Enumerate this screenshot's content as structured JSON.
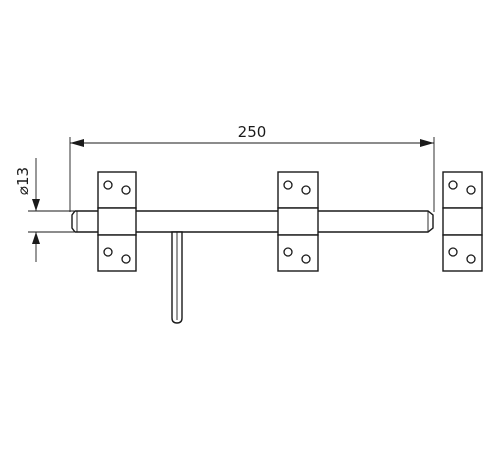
{
  "dimensions": {
    "length_label": "250",
    "diameter_label": "⌀13"
  },
  "parts": {
    "brackets": [
      {
        "name": "left-bracket",
        "holes": 4
      },
      {
        "name": "middle-bracket",
        "holes": 4
      },
      {
        "name": "right-keeper",
        "holes": 4
      }
    ],
    "handle": "vertical-handle",
    "bolt": "round-bolt-rod"
  },
  "colors": {
    "line": "#1a1a1a",
    "background": "#ffffff"
  }
}
